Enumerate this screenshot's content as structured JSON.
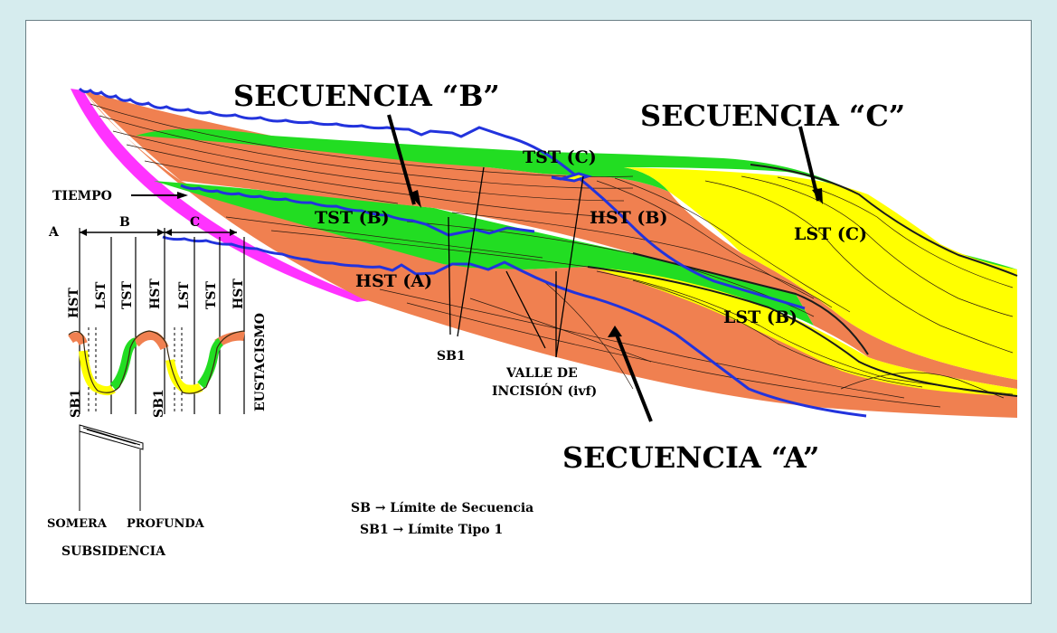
{
  "titles": {
    "sequence_a": "SECUENCIA   “A”",
    "sequence_b": "SECUENCIA   “B”",
    "sequence_c": "SECUENCIA   “C”"
  },
  "systems_tracts": {
    "tst_c": "TST (C)",
    "tst_b": "TST (B)",
    "hst_b": "HST (B)",
    "lst_c": "LST (C)",
    "hst_a": "HST (A)",
    "lst_b": "LST (B)"
  },
  "annotations": {
    "tiempo": "TIEMPO",
    "sb1": "SB1",
    "valle_line1": "VALLE  DE",
    "valle_line2": "INCISIÓN (ivf)"
  },
  "eustasy_panel": {
    "col_a": "A",
    "col_b": "B",
    "col_c": "C",
    "tracts": [
      "HST",
      "LST",
      "TST",
      "HST",
      "LST",
      "TST",
      "HST"
    ],
    "sb1_left": "SB1",
    "sb1_right": "SB1",
    "label": "EUSTACISMO"
  },
  "subsidence": {
    "shallow": "SOMERA",
    "deep": "PROFUNDA",
    "label": "SUBSIDENCIA"
  },
  "legend": {
    "line1": "SB → Límite de  Secuencia",
    "line2": "SB1 → Límite Tipo  1"
  },
  "colors": {
    "background": "#d6ecee",
    "orange_hst": "#f08050",
    "green_tst": "#22dd22",
    "yellow_lst": "#ffff00",
    "magenta_slope": "#ff33ff",
    "blue_boundary": "#2233dd"
  }
}
